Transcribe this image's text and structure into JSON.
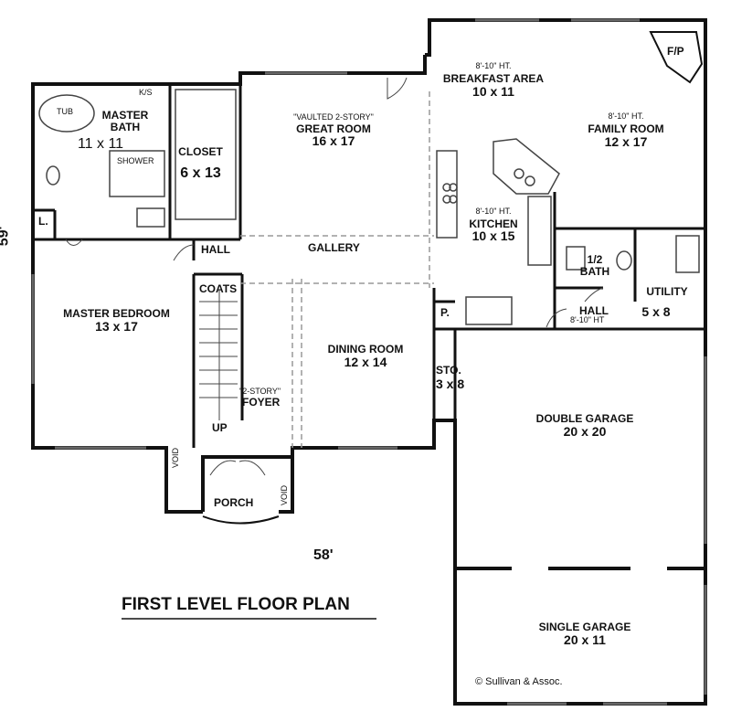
{
  "plan": {
    "title": "FIRST LEVEL FLOOR PLAN",
    "width_dim": "58'",
    "depth_dim": "59'",
    "copyright": "© Sullivan & Assoc."
  },
  "rooms": {
    "master_bath": {
      "name": "MASTER BATH",
      "size": "11 x 11"
    },
    "tub": {
      "name": "TUB"
    },
    "shower": {
      "name": "SHOWER"
    },
    "ks": {
      "name": "K/S"
    },
    "linen": {
      "name": "L."
    },
    "closet": {
      "name": "CLOSET",
      "size": "6 x 13"
    },
    "great_room": {
      "note": "\"VAULTED 2-STORY\"",
      "name": "GREAT ROOM",
      "size": "16 x 17"
    },
    "breakfast": {
      "height": "8'-10\" HT.",
      "name": "BREAKFAST AREA",
      "size": "10 x 11"
    },
    "family_room": {
      "height": "8'-10\" HT.",
      "name": "FAMILY ROOM",
      "size": "12 x 17"
    },
    "fireplace": {
      "name": "F/P"
    },
    "kitchen": {
      "height": "8'-10\" HT.",
      "name": "KITCHEN",
      "size": "10 x 15"
    },
    "hall_upper": {
      "name": "HALL"
    },
    "gallery": {
      "name": "GALLERY"
    },
    "coats": {
      "name": "COATS"
    },
    "master_bedroom": {
      "name": "MASTER BEDROOM",
      "size": "13 x 17"
    },
    "foyer": {
      "note": "\"2-STORY\"",
      "name": "FOYER"
    },
    "stairs": {
      "name": "UP"
    },
    "dining": {
      "name": "DINING ROOM",
      "size": "12 x 14"
    },
    "pantry": {
      "name": "P."
    },
    "half_bath": {
      "name": "1/2 BATH"
    },
    "utility": {
      "name": "UTILITY",
      "size": "5 x 8"
    },
    "hall_lower": {
      "name": "HALL",
      "height": "8'-10\" HT"
    },
    "storage": {
      "name": "STO.",
      "size": "3 x 8"
    },
    "double_garage": {
      "name": "DOUBLE GARAGE",
      "size": "20 x 20"
    },
    "single_garage": {
      "name": "SINGLE GARAGE",
      "size": "20 x 11"
    },
    "void_left": {
      "name": "VOID"
    },
    "void_right": {
      "name": "VOID"
    },
    "porch": {
      "name": "PORCH"
    }
  }
}
